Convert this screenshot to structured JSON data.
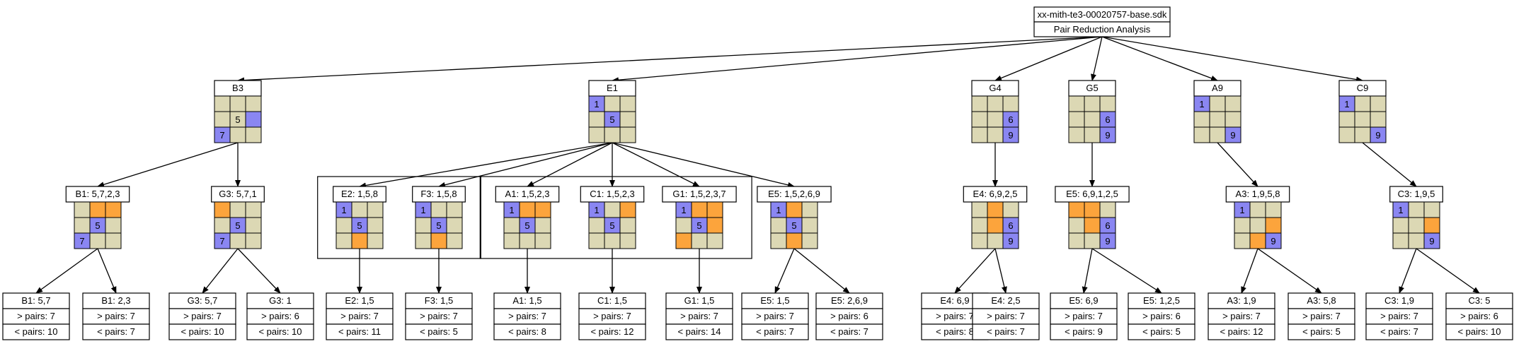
{
  "root": {
    "title": "xx-mith-te3-00020757-base.sdk",
    "subtitle": "Pair Reduction Analysis"
  },
  "colors": {
    "empty": "#dcd8b4",
    "blue": "#8a86f2",
    "orange": "#fca43c"
  },
  "level1": [
    {
      "id": "B3",
      "label": "B3",
      "grid": "eeeeebbee",
      "nums": [
        "",
        "",
        "",
        "",
        "5",
        "",
        "7",
        "",
        ""
      ]
    },
    {
      "id": "E1",
      "label": "E1",
      "grid": "beeebeeee",
      "nums": [
        "1",
        "",
        "",
        "",
        "5",
        "",
        "",
        "",
        ""
      ]
    },
    {
      "id": "G4",
      "label": "G4",
      "grid": "eeeeebeeb",
      "nums": [
        "",
        "",
        "",
        "",
        "",
        "6",
        "",
        "",
        "9"
      ]
    },
    {
      "id": "G5",
      "label": "G5",
      "grid": "eeeeebeeb",
      "nums": [
        "",
        "",
        "",
        "",
        "",
        "6",
        "",
        "",
        "9"
      ]
    },
    {
      "id": "A9",
      "label": "A9",
      "grid": "beeeeeeeb",
      "nums": [
        "1",
        "",
        "",
        "",
        "",
        "",
        "",
        "",
        "9"
      ]
    },
    {
      "id": "C9",
      "label": "C9",
      "grid": "beeeeeeeb",
      "nums": [
        "1",
        "",
        "",
        "",
        "",
        "",
        "",
        "",
        "9"
      ]
    }
  ],
  "level2": [
    {
      "id": "B1",
      "label": "B1: 5,7,2,3",
      "grid": "eooebebee",
      "nums": [
        "",
        "",
        "",
        "",
        "5",
        "",
        "7",
        "",
        ""
      ]
    },
    {
      "id": "G3",
      "label": "G3: 5,7,1",
      "grid": "oeeebebee",
      "nums": [
        "",
        "",
        "",
        "",
        "5",
        "",
        "7",
        "",
        ""
      ]
    },
    {
      "id": "E2",
      "label": "E2: 1,5,8",
      "grid": "beeebeeoe",
      "nums": [
        "1",
        "",
        "",
        "",
        "5",
        "",
        "",
        "",
        ""
      ]
    },
    {
      "id": "F3",
      "label": "F3: 1,5,8",
      "grid": "beeebeeoe",
      "nums": [
        "1",
        "",
        "",
        "",
        "5",
        "",
        "",
        "",
        ""
      ]
    },
    {
      "id": "A1",
      "label": "A1: 1,5,2,3",
      "grid": "booebeeee",
      "nums": [
        "1",
        "",
        "",
        "",
        "5",
        "",
        "",
        "",
        ""
      ]
    },
    {
      "id": "C1",
      "label": "C1: 1,5,2,3",
      "grid": "beoebeeee",
      "nums": [
        "1",
        "",
        "",
        "",
        "5",
        "",
        "",
        "",
        ""
      ]
    },
    {
      "id": "G1",
      "label": "G1: 1,5,2,3,7",
      "grid": "booebooee",
      "nums": [
        "1",
        "",
        "",
        "",
        "5",
        "",
        "",
        "",
        ""
      ]
    },
    {
      "id": "E5",
      "label": "E5: 1,5,2,6,9",
      "grid": "boeebeeoe",
      "nums": [
        "1",
        "",
        "",
        "",
        "5",
        "",
        "",
        "",
        ""
      ]
    },
    {
      "id": "E4",
      "label": "E4: 6,9,2,5",
      "grid": "eoeeobeeb",
      "nums": [
        "",
        "",
        "",
        "",
        "",
        "6",
        "",
        "",
        "9"
      ]
    },
    {
      "id": "E5b",
      "label": "E5: 6,9,1,2,5",
      "grid": "ooeeobeeb",
      "nums": [
        "",
        "",
        "",
        "",
        "",
        "6",
        "",
        "",
        "9"
      ]
    },
    {
      "id": "A3",
      "label": "A3: 1,9,5,8",
      "grid": "beeeeoeob",
      "nums": [
        "1",
        "",
        "",
        "",
        "",
        "",
        "",
        "",
        "9"
      ]
    },
    {
      "id": "C3",
      "label": "C3: 1,9,5",
      "grid": "beeeeoeeb",
      "nums": [
        "1",
        "",
        "",
        "",
        "",
        "",
        "",
        "",
        "9"
      ]
    }
  ],
  "leaves": [
    {
      "id": "B1a",
      "label": "B1: 5,7",
      "more": "> pairs: 7",
      "less": "< pairs: 10"
    },
    {
      "id": "B1b",
      "label": "B1: 2,3",
      "more": "> pairs: 7",
      "less": "< pairs: 7"
    },
    {
      "id": "G3a",
      "label": "G3: 5,7",
      "more": "> pairs: 7",
      "less": "< pairs: 10"
    },
    {
      "id": "G3b",
      "label": "G3: 1",
      "more": "> pairs: 6",
      "less": "< pairs: 10"
    },
    {
      "id": "E2a",
      "label": "E2: 1,5",
      "more": "> pairs: 7",
      "less": "< pairs: 11"
    },
    {
      "id": "F3a",
      "label": "F3: 1,5",
      "more": "> pairs: 7",
      "less": "< pairs: 5"
    },
    {
      "id": "A1a",
      "label": "A1: 1,5",
      "more": "> pairs: 7",
      "less": "< pairs: 8"
    },
    {
      "id": "C1a",
      "label": "C1: 1,5",
      "more": "> pairs: 7",
      "less": "< pairs: 12"
    },
    {
      "id": "G1a",
      "label": "G1: 1,5",
      "more": "> pairs: 7",
      "less": "< pairs: 14"
    },
    {
      "id": "E5a",
      "label": "E5: 1,5",
      "more": "> pairs: 7",
      "less": "< pairs: 7"
    },
    {
      "id": "E5c",
      "label": "E5: 2,6,9",
      "more": "> pairs: 6",
      "less": "< pairs: 7"
    },
    {
      "id": "E4a",
      "label": "E4: 6,9",
      "more": "> pairs: 7",
      "less": "< pairs: 8"
    },
    {
      "id": "E4b",
      "label": "E4: 2,5",
      "more": "> pairs: 7",
      "less": "< pairs: 7"
    },
    {
      "id": "E5d",
      "label": "E5: 6,9",
      "more": "> pairs: 7",
      "less": "< pairs: 9"
    },
    {
      "id": "E5e",
      "label": "E5: 1,2,5",
      "more": "> pairs: 6",
      "less": "< pairs: 5"
    },
    {
      "id": "A3a",
      "label": "A3: 1,9",
      "more": "> pairs: 7",
      "less": "< pairs: 12"
    },
    {
      "id": "A3b",
      "label": "A3: 5,8",
      "more": "> pairs: 7",
      "less": "< pairs: 5"
    },
    {
      "id": "C3a",
      "label": "C3: 1,9",
      "more": "> pairs: 7",
      "less": "< pairs: 7"
    },
    {
      "id": "C3b",
      "label": "C3: 5",
      "more": "> pairs: 6",
      "less": "< pairs: 10"
    }
  ],
  "edges": [
    [
      "root",
      "B3"
    ],
    [
      "root",
      "E1"
    ],
    [
      "root",
      "G4"
    ],
    [
      "root",
      "G5"
    ],
    [
      "root",
      "A9"
    ],
    [
      "root",
      "C9"
    ],
    [
      "B3",
      "B1"
    ],
    [
      "B3",
      "G3"
    ],
    [
      "E1",
      "E2"
    ],
    [
      "E1",
      "F3"
    ],
    [
      "E1",
      "A1"
    ],
    [
      "E1",
      "C1"
    ],
    [
      "E1",
      "G1"
    ],
    [
      "E1",
      "E5"
    ],
    [
      "G4",
      "E4"
    ],
    [
      "G5",
      "E5b"
    ],
    [
      "A9",
      "A3"
    ],
    [
      "C9",
      "C3"
    ],
    [
      "B1",
      "B1a"
    ],
    [
      "B1",
      "B1b"
    ],
    [
      "G3",
      "G3a"
    ],
    [
      "G3",
      "G3b"
    ],
    [
      "E2",
      "E2a"
    ],
    [
      "F3",
      "F3a"
    ],
    [
      "A1",
      "A1a"
    ],
    [
      "C1",
      "C1a"
    ],
    [
      "G1",
      "G1a"
    ],
    [
      "E5",
      "E5a"
    ],
    [
      "E5",
      "E5c"
    ],
    [
      "E4",
      "E4a"
    ],
    [
      "E4",
      "E4b"
    ],
    [
      "E5b",
      "E5d"
    ],
    [
      "E5b",
      "E5e"
    ],
    [
      "A3",
      "A3a"
    ],
    [
      "A3",
      "A3b"
    ],
    [
      "C3",
      "C3a"
    ],
    [
      "C3",
      "C3b"
    ]
  ]
}
